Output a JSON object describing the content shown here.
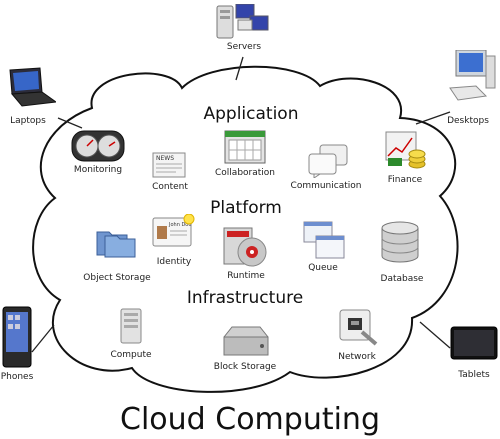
{
  "title": "Cloud Computing",
  "sections": {
    "application": "Application",
    "platform": "Platform",
    "infrastructure": "Infrastructure"
  },
  "clients": {
    "servers": "Servers",
    "laptops": "Laptops",
    "desktops": "Desktops",
    "phones": "Phones",
    "tablets": "Tablets"
  },
  "application": {
    "monitoring": "Monitoring",
    "content": "Content",
    "collaboration": "Collaboration",
    "communication": "Communication",
    "finance": "Finance"
  },
  "platform": {
    "object_storage": "Object Storage",
    "identity": "Identity",
    "runtime": "Runtime",
    "queue": "Queue",
    "database": "Database"
  },
  "infrastructure": {
    "compute": "Compute",
    "block_storage": "Block Storage",
    "network": "Network"
  },
  "icon_text": {
    "news": "NEWS",
    "id_name": "John Doe"
  },
  "colors": {
    "cloud_stroke": "#111111",
    "connector": "#222222"
  }
}
